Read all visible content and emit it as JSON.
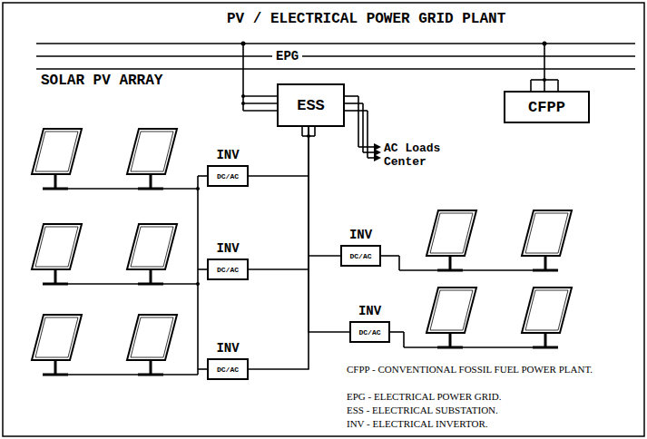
{
  "diagram": {
    "title": "PV / ELECTRICAL POWER GRID PLANT",
    "nodes": [
      {
        "text": [
          "ESS"
        ]
      },
      {
        "text": [
          "CFPP"
        ]
      },
      {
        "text": [
          "INV",
          "DC/AC"
        ]
      },
      {
        "text": [
          "INV",
          "DC/AC"
        ]
      },
      {
        "text": [
          "INV",
          "DC/AC"
        ]
      },
      {
        "text": [
          "INV",
          "DC/AC"
        ]
      },
      {
        "text": [
          "INV",
          "DC/AC"
        ]
      }
    ],
    "edges": [
      {
        "from": 2,
        "to": 0,
        "arrow": "none"
      },
      {
        "from": 3,
        "to": 0,
        "arrow": "none"
      },
      {
        "from": 4,
        "to": 0,
        "arrow": "none"
      },
      {
        "from": 5,
        "to": 0,
        "arrow": "none"
      },
      {
        "from": 6,
        "to": 0,
        "arrow": "none"
      }
    ],
    "labels": [
      "EPG",
      "SOLAR PV ARRAY",
      "AC Loads Center",
      "CFPP - CONVENTIONAL FOSSIL FUEL POWER PLANT.",
      "EPG - ELECTRICAL POWER GRID.",
      "ESS - ELECTRICAL SUBSTATION.",
      "INV - ELECTRICAL INVERTOR."
    ]
  }
}
